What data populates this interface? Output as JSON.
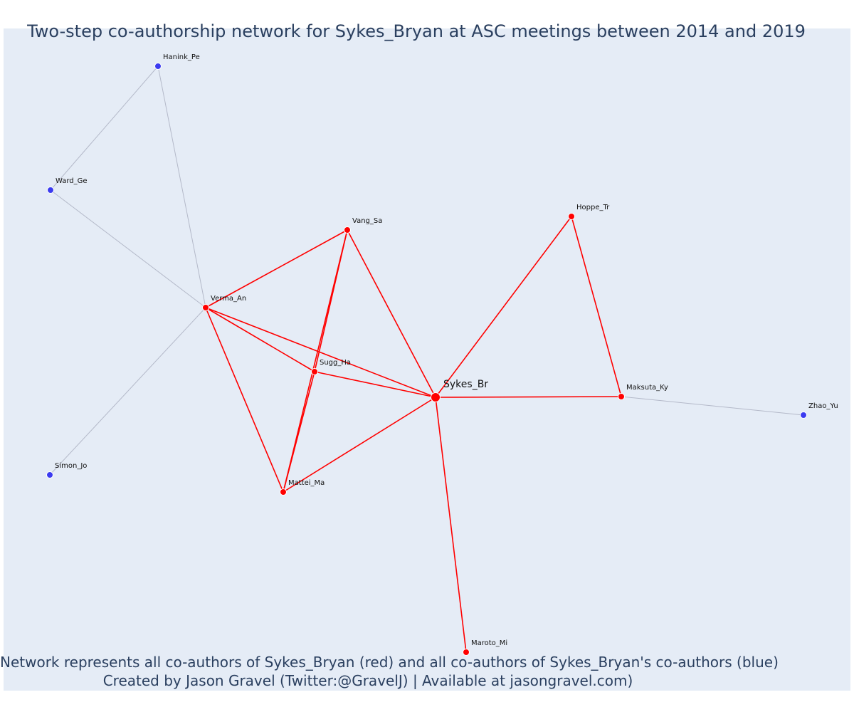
{
  "title": "Two-step co-authorship network for Sykes_Bryan at ASC meetings between 2014 and 2019",
  "footer": {
    "line1": "Network represents all co-authors of Sykes_Bryan (red) and all co-authors of Sykes_Bryan's co-authors (blue)",
    "line2": "Created by Jason Gravel (Twitter:@GravelJ) | Available at jasongravel.com)"
  },
  "colors": {
    "plot_background": "#e5ecf6",
    "first_degree": "#ff0000",
    "second_degree": "#3b3bf0",
    "second_degree_edge": "#b4b9c9",
    "text": "#2a3f5f"
  },
  "nodes": [
    {
      "id": "Sykes_Br",
      "group": "focal"
    },
    {
      "id": "Verma_An",
      "group": "coauthor"
    },
    {
      "id": "Vang_Sa",
      "group": "coauthor"
    },
    {
      "id": "Sugg_Ha",
      "group": "coauthor"
    },
    {
      "id": "Mattei_Ma",
      "group": "coauthor"
    },
    {
      "id": "Hoppe_Tr",
      "group": "coauthor"
    },
    {
      "id": "Maksuta_Ky",
      "group": "coauthor"
    },
    {
      "id": "Maroto_Mi",
      "group": "coauthor"
    },
    {
      "id": "Hanink_Pe",
      "group": "second"
    },
    {
      "id": "Ward_Ge",
      "group": "second"
    },
    {
      "id": "Simon_Jo",
      "group": "second"
    },
    {
      "id": "Zhao_Yu",
      "group": "second"
    }
  ],
  "edges": [
    [
      "Sykes_Br",
      "Verma_An"
    ],
    [
      "Sykes_Br",
      "Vang_Sa"
    ],
    [
      "Sykes_Br",
      "Sugg_Ha"
    ],
    [
      "Sykes_Br",
      "Mattei_Ma"
    ],
    [
      "Sykes_Br",
      "Hoppe_Tr"
    ],
    [
      "Sykes_Br",
      "Maksuta_Ky"
    ],
    [
      "Sykes_Br",
      "Maroto_Mi"
    ],
    [
      "Verma_An",
      "Vang_Sa"
    ],
    [
      "Verma_An",
      "Sugg_Ha"
    ],
    [
      "Verma_An",
      "Mattei_Ma"
    ],
    [
      "Vang_Sa",
      "Mattei_Ma"
    ],
    [
      "Sugg_Ha",
      "Vang_Sa"
    ],
    [
      "Sugg_Ha",
      "Mattei_Ma"
    ],
    [
      "Hoppe_Tr",
      "Maksuta_Ky"
    ],
    [
      "Verma_An",
      "Hanink_Pe"
    ],
    [
      "Verma_An",
      "Ward_Ge"
    ],
    [
      "Verma_An",
      "Simon_Jo"
    ],
    [
      "Hanink_Pe",
      "Ward_Ge"
    ],
    [
      "Maksuta_Ky",
      "Zhao_Yu"
    ]
  ]
}
